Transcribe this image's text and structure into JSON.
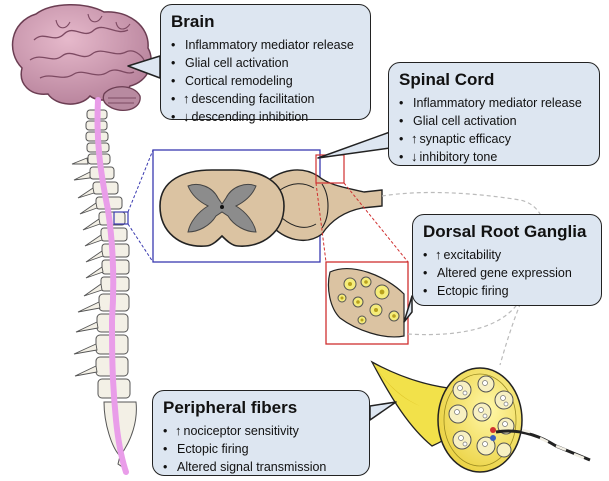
{
  "callouts": {
    "brain": {
      "title": "Brain",
      "items": [
        {
          "arrow": "",
          "text": "Inflammatory mediator release"
        },
        {
          "arrow": "",
          "text": "Glial cell activation"
        },
        {
          "arrow": "",
          "text": "Cortical remodeling"
        },
        {
          "arrow": "↑",
          "text": "descending facilitation"
        },
        {
          "arrow": "↓",
          "text": "descending inhibition"
        }
      ]
    },
    "spinal_cord": {
      "title": "Spinal Cord",
      "items": [
        {
          "arrow": "",
          "text": "Inflammatory mediator release"
        },
        {
          "arrow": "",
          "text": "Glial cell activation"
        },
        {
          "arrow": "↑",
          "text": "synaptic efficacy"
        },
        {
          "arrow": "↓",
          "text": "inhibitory tone"
        }
      ]
    },
    "drg": {
      "title": "Dorsal Root Ganglia",
      "items": [
        {
          "arrow": "↑",
          "text": "excitability"
        },
        {
          "arrow": "",
          "text": "Altered gene expression"
        },
        {
          "arrow": "",
          "text": "Ectopic firing"
        }
      ]
    },
    "peripheral": {
      "title": "Peripheral fibers",
      "items": [
        {
          "arrow": "↑",
          "text": "nociceptor sensitivity"
        },
        {
          "arrow": "",
          "text": "Ectopic firing"
        },
        {
          "arrow": "",
          "text": "Altered signal transmission"
        }
      ]
    }
  },
  "colors": {
    "callout_fill": "#dde6f1",
    "spine_cord": "#e99de9",
    "vertebra": "#f3f0e6",
    "brain": "#c98aa6",
    "cord_section": "#dbc3a2",
    "grey_matter": "#8c8c8c",
    "nerve_yellow": "#f2e14a",
    "section_box_blue": "#3a3ab0",
    "section_box_red": "#d03030"
  }
}
